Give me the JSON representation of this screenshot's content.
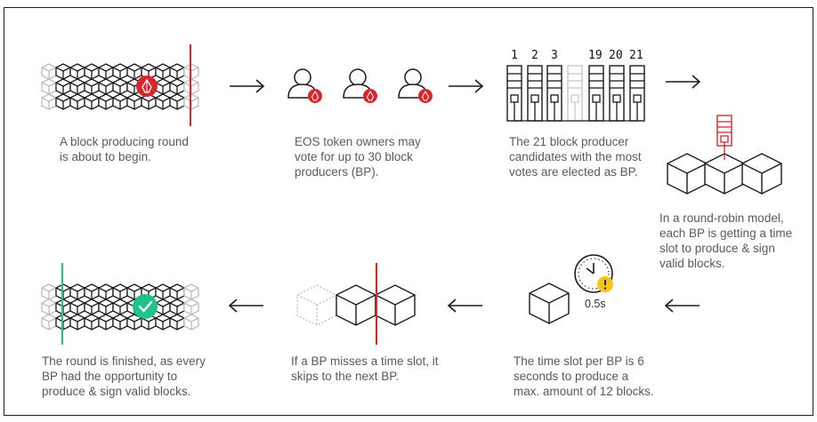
{
  "steps": {
    "step1": "A block producing round\nis about to begin.",
    "step2": "EOS token owners may\nvote for up to 30 block\nproducers (BP).",
    "step3": "The 21 block producer\ncandidates with the most\nvotes are elected as BP.",
    "step4": "In a round-robin model,\neach BP is getting a time\nslot to produce & sign\nvalid blocks.",
    "step5": "The time slot per BP is 6\nseconds to produce a\nmax. amount of 12 blocks.",
    "step6": "If a BP misses a time slot, it\nskips to the next BP.",
    "step7": "The round is finished, as every\nBP had the opportunity to\nproduce & sign valid blocks."
  },
  "producer_numbers": [
    "1",
    "2",
    "3",
    "19",
    "20",
    "21"
  ],
  "timer_label": "0.5s",
  "icons": {
    "eos": "eos-logo-icon",
    "check": "check-icon",
    "alert": "alert-icon",
    "clock": "clock-icon",
    "user": "user-icon",
    "server": "server-icon",
    "arrow": "arrow-icon"
  },
  "colors": {
    "accent_red": "#d7262c",
    "success_green": "#1ec28b",
    "warning_yellow": "#f5c518",
    "grey_text": "#5a5a5a"
  }
}
